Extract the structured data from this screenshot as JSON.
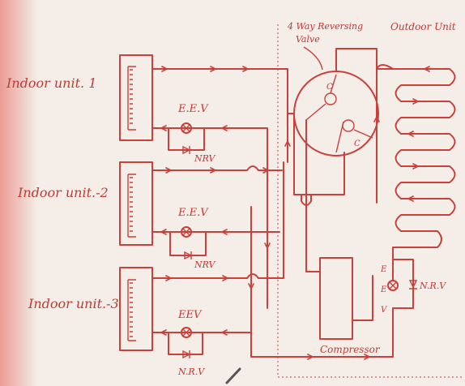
{
  "diagram": {
    "indoor_units": [
      {
        "label": "Indoor unit. 1",
        "eev_label": "E.E.V",
        "nrv_label": "NRV"
      },
      {
        "label": "Indoor unit.-2",
        "eev_label": "E.E.V",
        "nrv_label": "NRV"
      },
      {
        "label": "Indoor unit.-3",
        "eev_label": "EEV",
        "nrv_label": "N.R.V"
      }
    ],
    "reversing_valve": {
      "label_line1": "4 Way Reversing",
      "label_line2": "Valve",
      "port_c1": "C",
      "port_c2": "C"
    },
    "outdoor_unit": {
      "label": "Outdoor Unit",
      "eev_label": "E\nE\nV",
      "nrv_label": "N.R.V"
    },
    "compressor": {
      "label": "Compressor"
    },
    "colors": {
      "ink": "#c9413a",
      "paper": "#f4ede8",
      "glow": "#e25a4f"
    }
  }
}
